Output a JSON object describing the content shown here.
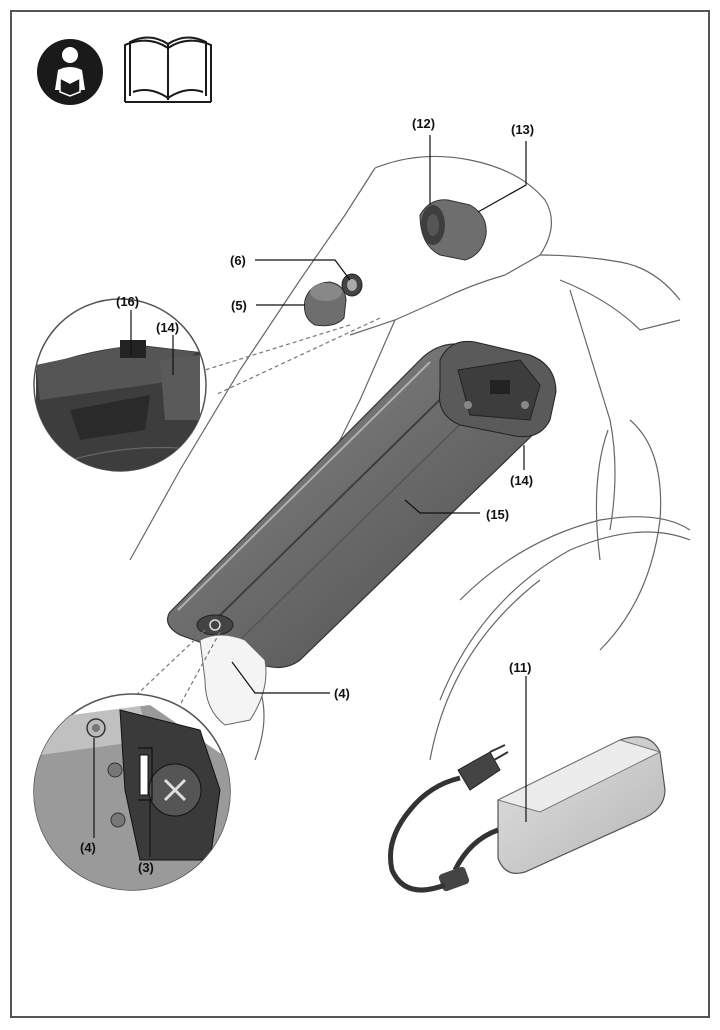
{
  "icons": {
    "read_manual": "read-manual-icon",
    "manual_book": "book-icon"
  },
  "callouts": {
    "c12": "(12)",
    "c13": "(13)",
    "c6": "(6)",
    "c5": "(5)",
    "c16": "(16)",
    "c14_inset": "(14)",
    "c14_battery": "(14)",
    "c15": "(15)",
    "c4_main": "(4)",
    "c4_inset": "(4)",
    "c3": "(3)",
    "c11": "(11)"
  },
  "colors": {
    "frame": "#555555",
    "battery_dark": "#5a5a5a",
    "battery_light": "#8a8a8a",
    "charger": "#d0d0d0"
  }
}
